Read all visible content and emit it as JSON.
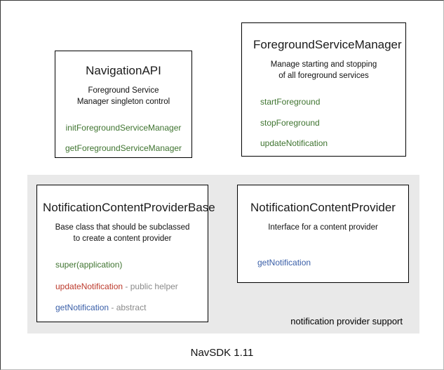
{
  "diagram": {
    "footer_label": "NavSDK 1.11",
    "group_panel": {
      "caption": "notification provider support"
    },
    "colors": {
      "method_green": "#3f7430",
      "method_red": "#bc3a2c",
      "method_blue": "#3a5fa8",
      "annotation_gray": "#8a8a8a",
      "panel_background": "#e9e9e9",
      "box_border": "#000000",
      "canvas_background": "#ffffff"
    },
    "boxes": [
      {
        "id": "navigation-api",
        "title": "NavigationAPI",
        "description": "Foreground Service\nManager singleton control",
        "description_lines": [
          "Foreground Service",
          "Manager singleton control"
        ],
        "members": [
          {
            "name": "initForegroundServiceManager",
            "color": "green",
            "note": ""
          },
          {
            "name": "getForegroundServiceManager",
            "color": "green",
            "note": ""
          }
        ]
      },
      {
        "id": "foreground-service-manager",
        "title": "ForegroundServiceManager",
        "description": "Manage starting and stopping\nof all foreground services",
        "description_lines": [
          "Manage starting and stopping",
          "of all foreground services"
        ],
        "members": [
          {
            "name": "startForeground",
            "color": "green",
            "note": ""
          },
          {
            "name": "stopForeground",
            "color": "green",
            "note": ""
          },
          {
            "name": "updateNotification",
            "color": "green",
            "note": ""
          }
        ]
      },
      {
        "id": "notification-content-provider-base",
        "title": "NotificationContentProviderBase",
        "description": "Base class that should be subclassed\nto create a content provider",
        "description_lines": [
          "Base class that should be subclassed",
          "to create a content provider"
        ],
        "members": [
          {
            "name": "super(application)",
            "color": "green",
            "note": ""
          },
          {
            "name": "updateNotification",
            "color": "red",
            "note": " - public helper"
          },
          {
            "name": "getNotification",
            "color": "blue",
            "note": " - abstract"
          }
        ]
      },
      {
        "id": "notification-content-provider",
        "title": "NotificationContentProvider",
        "description": "Interface for a content provider",
        "description_lines": [
          "Interface for a content provider"
        ],
        "members": [
          {
            "name": "getNotification",
            "color": "blue",
            "note": ""
          }
        ]
      }
    ]
  }
}
